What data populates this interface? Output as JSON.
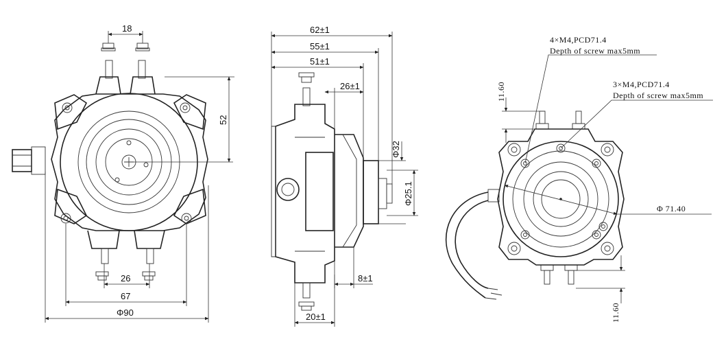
{
  "front_view": {
    "dim_18": "18",
    "dim_52": "52",
    "dim_26": "26",
    "dim_67": "67",
    "dim_90": "Φ90"
  },
  "side_view": {
    "dim_62": "62±1",
    "dim_55": "55±1",
    "dim_51": "51±1",
    "dim_26": "26±1",
    "dim_32": "Φ32",
    "dim_25": "Φ25.1",
    "dim_8": "8±1",
    "dim_20": "20±1"
  },
  "rear_view": {
    "note_a_line1": "4×M4,PCD71.4",
    "note_a_line2": "Depth of screw max5mm",
    "note_b_line1": "3×M4,PCD71.4",
    "note_b_line2": "Depth of screw max5mm",
    "dim_top": "11.60",
    "dim_bottom": "11.60",
    "dim_pcd": "Φ 71.40"
  }
}
